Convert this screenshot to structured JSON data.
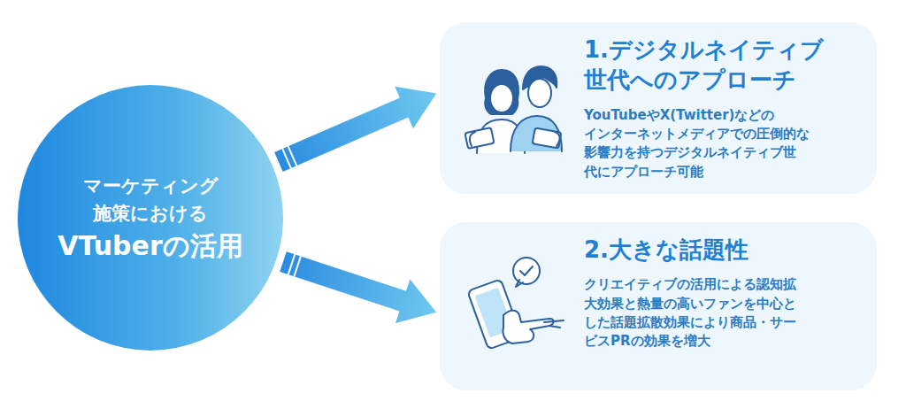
{
  "diagram": {
    "nodes": [
      {
        "text": [
          "マーケティング 施策における",
          "VTuberの活用"
        ]
      },
      {
        "text": [
          "1.デジタルネイティブ 世代へのアプローチ",
          "YouTubeやX(Twitter)などの インターネットメディアでの圧倒的な 影響力を持つデジタルネイティブ世 代にアプローチ可能"
        ]
      },
      {
        "text": [
          "2.大きな話題性",
          "クリエイティブの活用による認知拡 大効果と熱量の高いファンを中心と した話題拡散効果により商品・サー ビスPRの効果を増大"
        ]
      }
    ],
    "edges": [
      {
        "from": 0,
        "to": 1,
        "arrow": "to"
      },
      {
        "from": 0,
        "to": 2,
        "arrow": "to"
      }
    ]
  }
}
